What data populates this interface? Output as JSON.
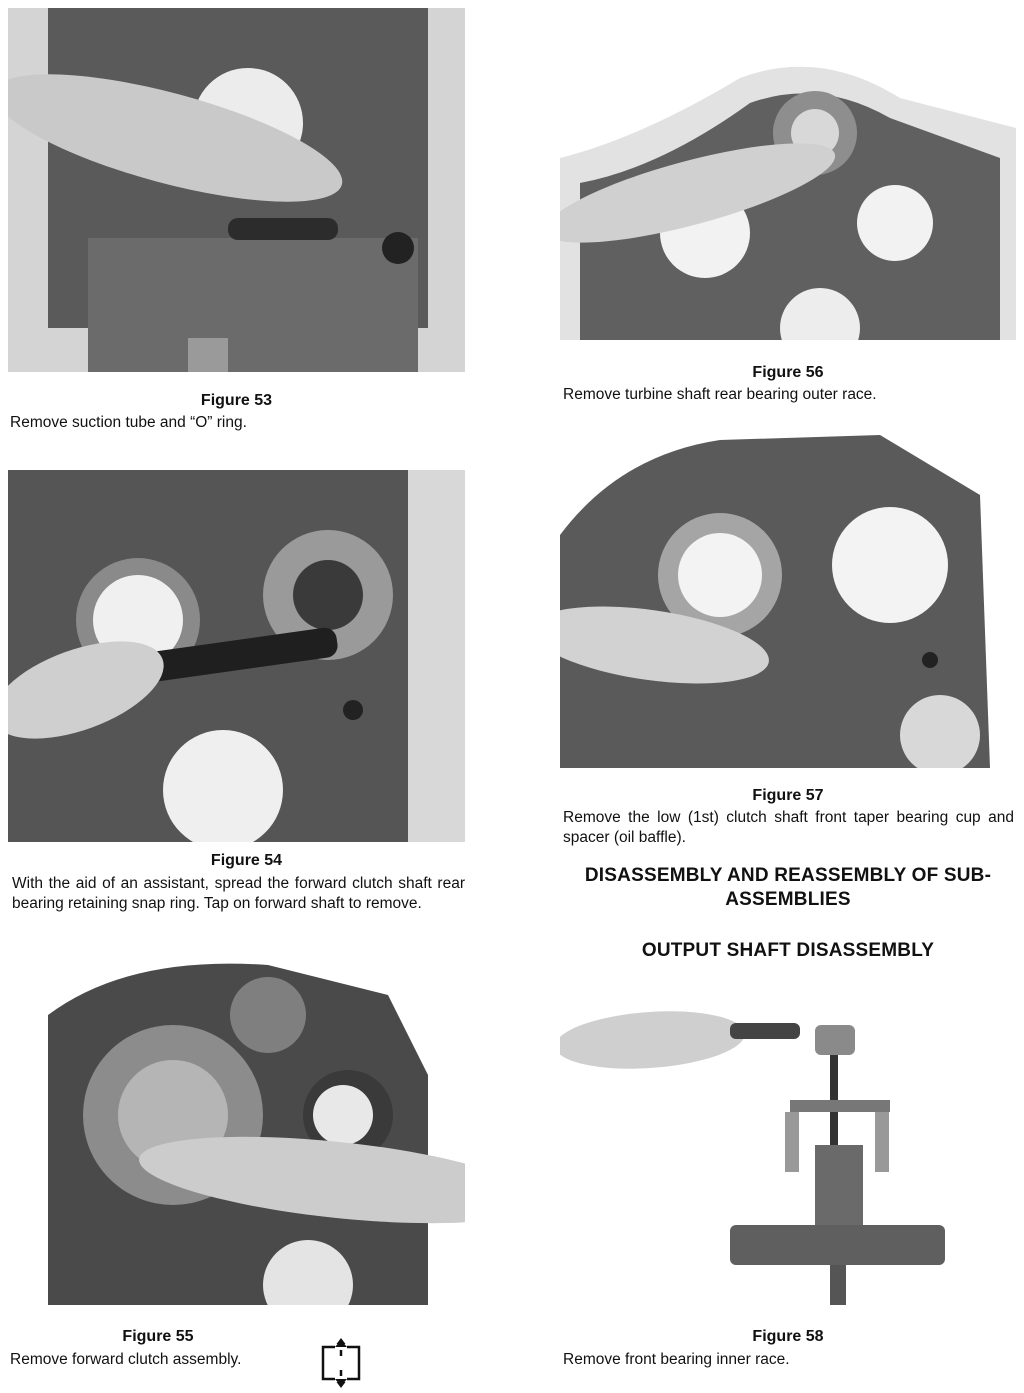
{
  "figures": [
    {
      "id": "53",
      "title": "Figure 53",
      "caption": "Remove suction tube and “O” ring."
    },
    {
      "id": "54",
      "title": "Figure 54",
      "caption": "With the aid of an assistant, spread the forward clutch shaft rear bearing retaining snap ring. Tap on forward shaft to remove."
    },
    {
      "id": "55",
      "title": "Figure 55",
      "caption": "Remove forward clutch assembly."
    },
    {
      "id": "56",
      "title": "Figure 56",
      "caption": "Remove turbine shaft rear bearing outer race."
    },
    {
      "id": "57",
      "title": "Figure 57",
      "caption": "Remove the low (1st) clutch shaft front taper bearing cup and spacer (oil baffle)."
    },
    {
      "id": "58",
      "title": "Figure 58",
      "caption": "Remove front bearing inner race."
    }
  ],
  "headings": {
    "section_title": "DISASSEMBLY AND REASSEMBLY OF SUB-ASSEMBLIES",
    "subsection_title": "OUTPUT SHAFT DISASSEMBLY"
  },
  "icons": {
    "navigation": "page-navigation-icon"
  },
  "colors": {
    "text": "#111111",
    "photo_dark": "#3a3a3a",
    "photo_mid": "#7a7a7a",
    "photo_light": "#d6d6d6"
  }
}
